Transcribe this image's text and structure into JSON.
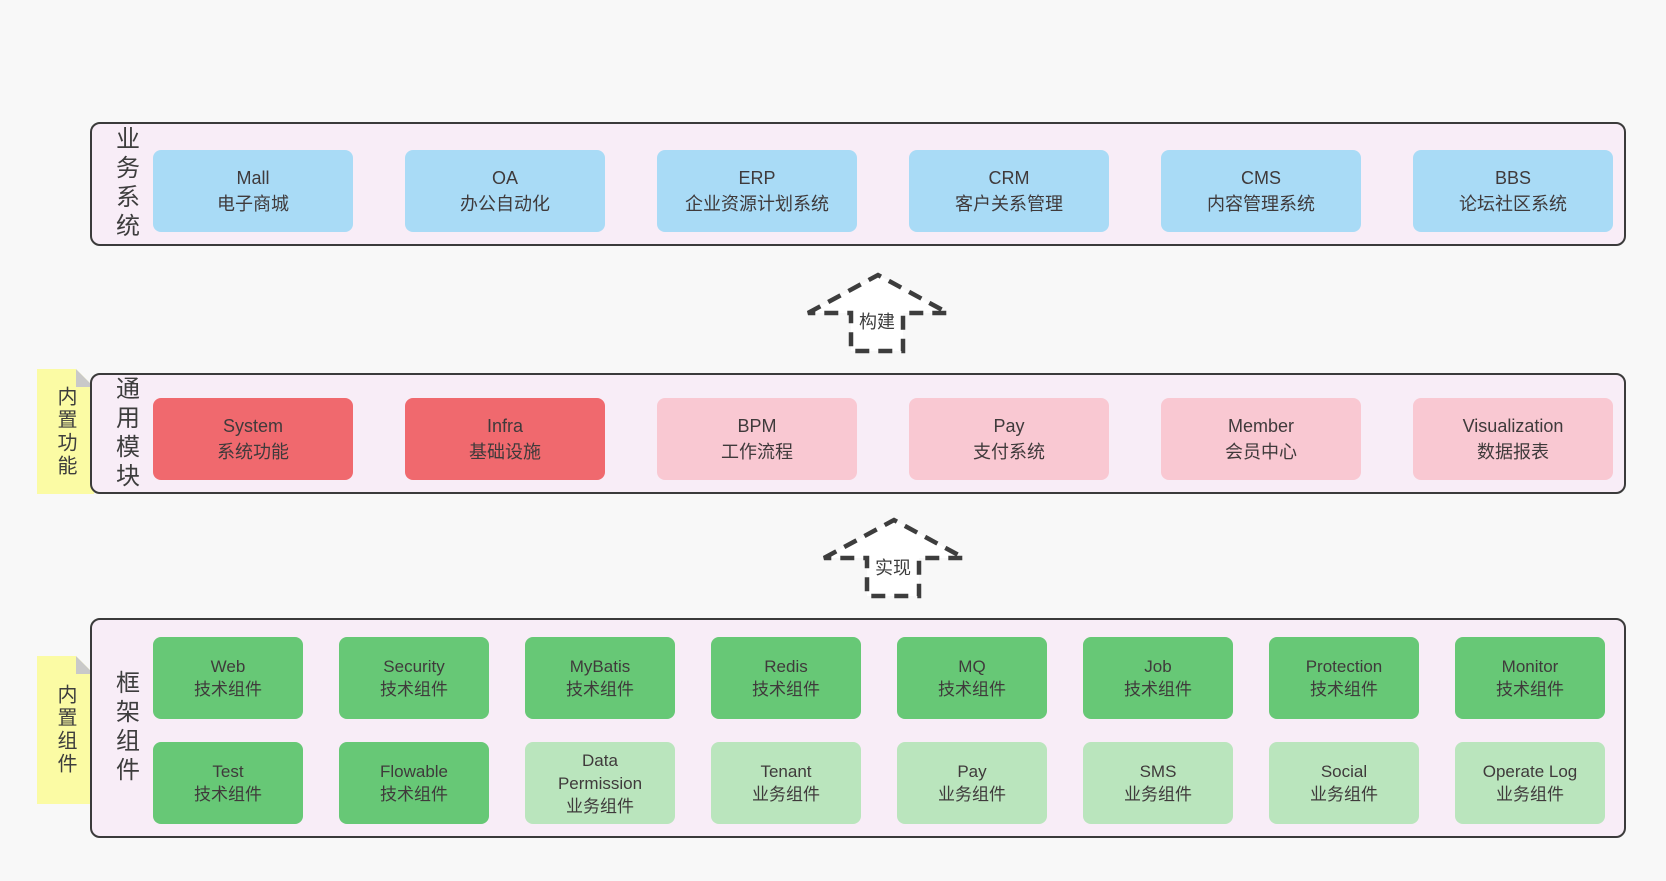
{
  "colors": {
    "page_background": "#f8f8f8",
    "layer_background": "#f8edf7",
    "layer_border": "#3b3b3b",
    "blue_box": "#a9dbf6",
    "red_box": "#f0696e",
    "pink_box": "#f9c8d2",
    "green_box": "#67c876",
    "light_green_box": "#bae5bd",
    "sticky_note": "#fbfba4",
    "sticky_fold": "#c9c9c9",
    "text": "#3d3d3d"
  },
  "arrows": [
    {
      "label": "构建"
    },
    {
      "label": "实现"
    }
  ],
  "layers": [
    {
      "label": "业务系统",
      "boxes": [
        {
          "name": "Mall",
          "desc": "电子商城"
        },
        {
          "name": "OA",
          "desc": "办公自动化"
        },
        {
          "name": "ERP",
          "desc": "企业资源计划系统"
        },
        {
          "name": "CRM",
          "desc": "客户关系管理"
        },
        {
          "name": "CMS",
          "desc": "内容管理系统"
        },
        {
          "name": "BBS",
          "desc": "论坛社区系统"
        }
      ]
    },
    {
      "label": "通用模块",
      "sticky": "内置功能",
      "boxes": [
        {
          "name": "System",
          "desc": "系统功能"
        },
        {
          "name": "Infra",
          "desc": "基础设施"
        },
        {
          "name": "BPM",
          "desc": "工作流程"
        },
        {
          "name": "Pay",
          "desc": "支付系统"
        },
        {
          "name": "Member",
          "desc": "会员中心"
        },
        {
          "name": "Visualization",
          "desc": "数据报表"
        }
      ]
    },
    {
      "label": "框架组件",
      "sticky": "内置组件",
      "rows": [
        [
          {
            "name": "Web",
            "desc": "技术组件"
          },
          {
            "name": "Security",
            "desc": "技术组件"
          },
          {
            "name": "MyBatis",
            "desc": "技术组件"
          },
          {
            "name": "Redis",
            "desc": "技术组件"
          },
          {
            "name": "MQ",
            "desc": "技术组件"
          },
          {
            "name": "Job",
            "desc": "技术组件"
          },
          {
            "name": "Protection",
            "desc": "技术组件"
          },
          {
            "name": "Monitor",
            "desc": "技术组件"
          }
        ],
        [
          {
            "name": "Test",
            "desc": "技术组件"
          },
          {
            "name": "Flowable",
            "desc": "技术组件"
          },
          {
            "name": "Data\nPermission",
            "desc": "业务组件"
          },
          {
            "name": "Tenant",
            "desc": "业务组件"
          },
          {
            "name": "Pay",
            "desc": "业务组件"
          },
          {
            "name": "SMS",
            "desc": "业务组件"
          },
          {
            "name": "Social",
            "desc": "业务组件"
          },
          {
            "name": "Operate Log",
            "desc": "业务组件"
          }
        ]
      ]
    }
  ]
}
